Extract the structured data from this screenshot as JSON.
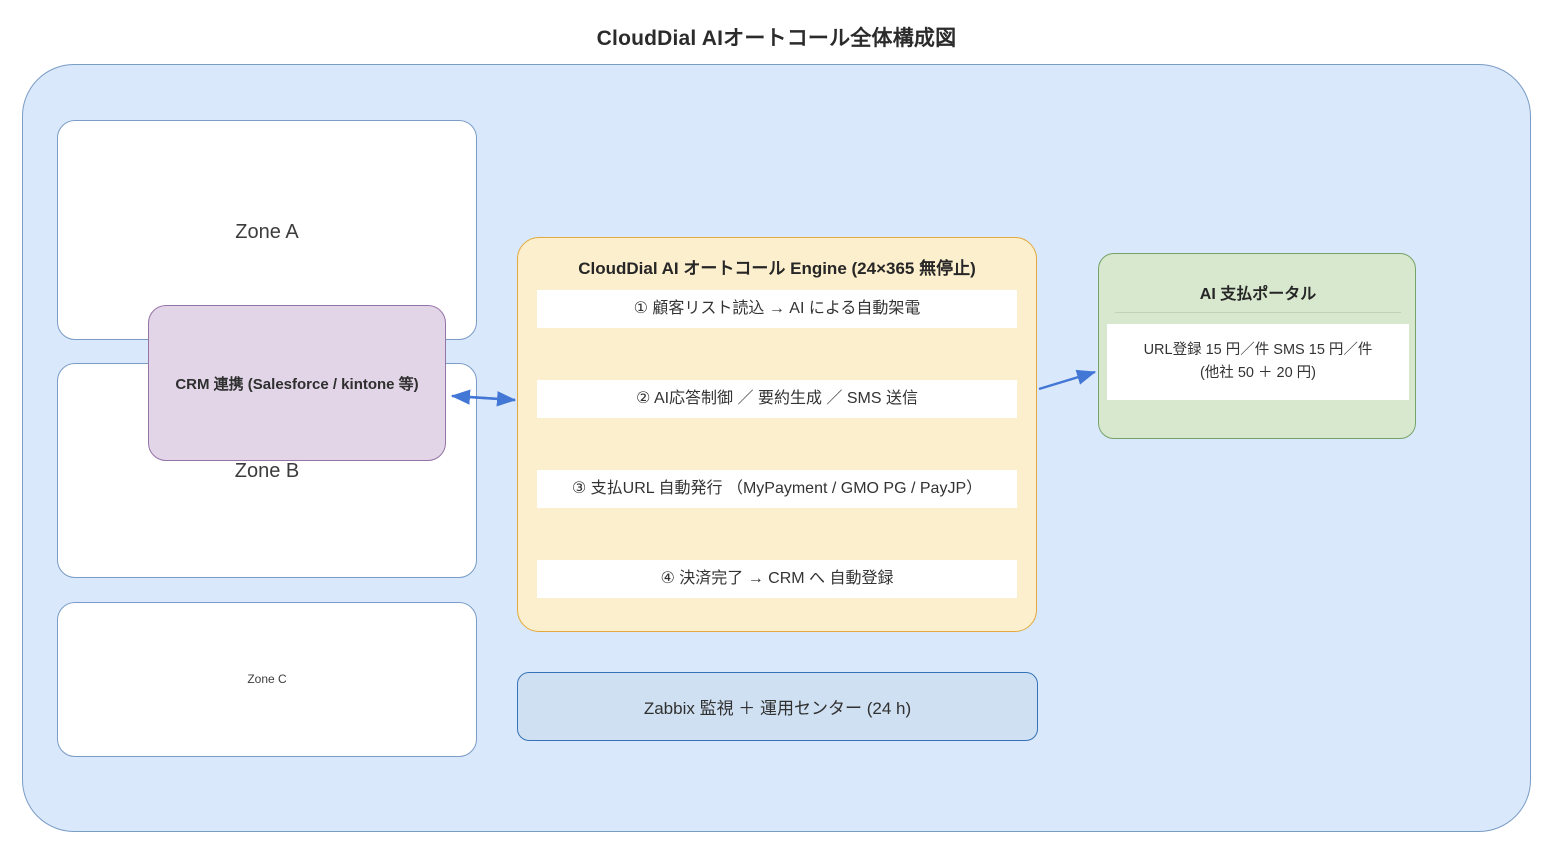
{
  "title": "CloudDial AIオートコール全体構成図",
  "colors": {
    "container_fill": "#D9E8FB",
    "container_border": "#7A9CC6",
    "engine_fill": "#FCEFCD",
    "engine_border": "#E3A93C",
    "portal_fill": "#D7E8CE",
    "portal_border": "#77A267",
    "crm_fill": "#E1D5E7",
    "crm_border": "#9673A6",
    "zabbix_fill": "#CFE0F2",
    "zabbix_border": "#3672B7",
    "arrow": "#4377D6"
  },
  "zones": [
    {
      "id": "zone-a",
      "label": "Zone A"
    },
    {
      "id": "zone-b",
      "label": "Zone B"
    },
    {
      "id": "zone-c",
      "label": "Zone C"
    }
  ],
  "crm": {
    "label": "CRM 連携 (Salesforce / kintone 等)"
  },
  "engine": {
    "title": "CloudDial AI オートコール Engine (24×365 無停止)",
    "steps": [
      "① 顧客リスト読込 → AI による自動架電",
      "② AI応答制御 ／ 要約生成 ／ SMS 送信",
      "③ 支払URL 自動発行 （MyPayment / GMO PG / PayJP）",
      "④ 決済完了 → CRM へ 自動登録"
    ]
  },
  "portal": {
    "title": "AI 支払ポータル",
    "line1": "URL登録 15 円／件  SMS 15 円／件",
    "line2": "(他社 50 ＋ 20 円)"
  },
  "monitoring": {
    "label": "Zabbix 監視 ＋ 運用センター (24 h)"
  },
  "arrows": [
    {
      "name": "crm-engine-bidirectional",
      "from": "CRM 連携",
      "to": "CloudDial AI オートコール Engine",
      "direction": "both"
    },
    {
      "name": "engine-portal",
      "from": "CloudDial AI オートコール Engine",
      "to": "AI 支払ポータル",
      "direction": "right"
    }
  ]
}
